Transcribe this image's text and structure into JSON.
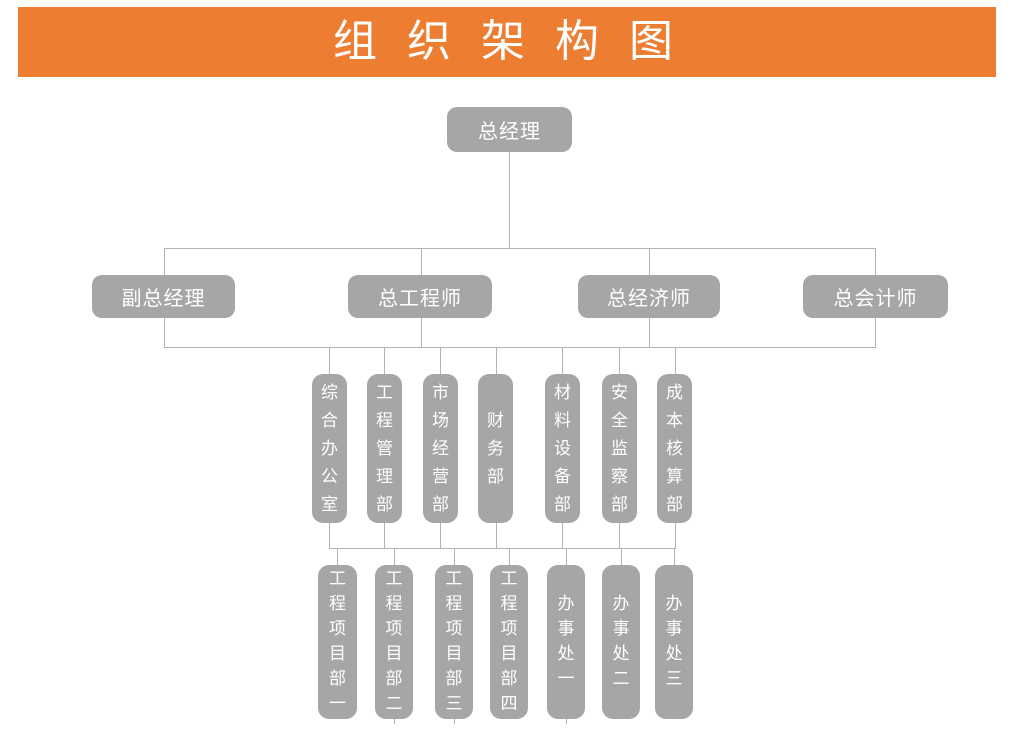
{
  "title": "组 织 架 构 图",
  "colors": {
    "banner": "#ED7D31",
    "node": "#A6A6A6",
    "connector": "#B3B3B3",
    "text": "#FFFFFF"
  },
  "org": {
    "root": {
      "label": "总经理"
    },
    "executives": [
      {
        "label": "副总经理"
      },
      {
        "label": "总工程师"
      },
      {
        "label": "总经济师"
      },
      {
        "label": "总会计师"
      }
    ],
    "departments": [
      {
        "label": "综合办公室"
      },
      {
        "label": "工程管理部"
      },
      {
        "label": "市场经营部"
      },
      {
        "label": "财务部"
      },
      {
        "label": "材料设备部"
      },
      {
        "label": "安全监察部"
      },
      {
        "label": "成本核算部"
      }
    ],
    "units": [
      {
        "label": "工程项目部一"
      },
      {
        "label": "工程项目部二"
      },
      {
        "label": "工程项目部三"
      },
      {
        "label": "工程项目部四"
      },
      {
        "label": "办事处一"
      },
      {
        "label": "办事处二"
      },
      {
        "label": "办事处三"
      }
    ]
  }
}
